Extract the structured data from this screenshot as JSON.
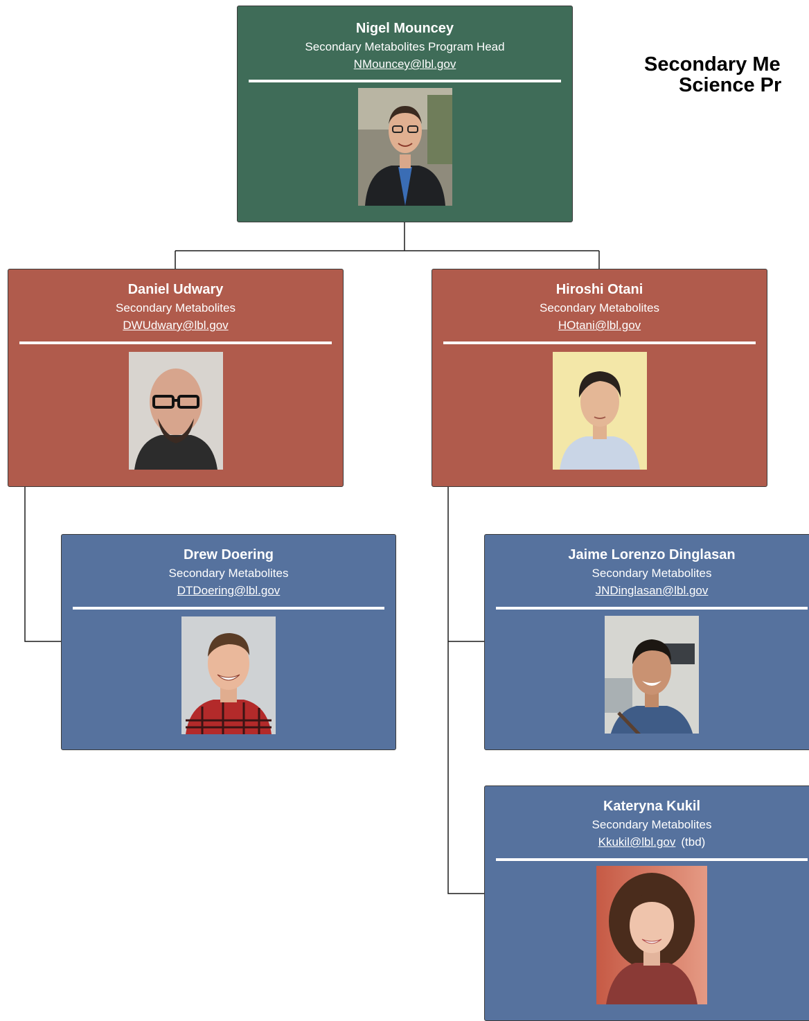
{
  "title": {
    "line1": "Secondary Me",
    "line2": "Science Pr"
  },
  "people": {
    "nigel": {
      "name": "Nigel Mouncey",
      "role": "Secondary Metabolites Program Head",
      "email": "NMouncey@lbl.gov",
      "color": "#3f6c58"
    },
    "daniel": {
      "name": "Daniel Udwary",
      "role": "Secondary Metabolites",
      "email": "DWUdwary@lbl.gov",
      "color": "#b05b4c"
    },
    "hiroshi": {
      "name": "Hiroshi Otani",
      "role": "Secondary Metabolites",
      "email": "HOtani@lbl.gov",
      "color": "#b05b4c"
    },
    "drew": {
      "name": "Drew Doering",
      "role": "Secondary Metabolites",
      "email": "DTDoering@lbl.gov",
      "color": "#56729e"
    },
    "jaime": {
      "name": "Jaime Lorenzo Dinglasan",
      "role": "Secondary Metabolites",
      "email": "JNDinglasan@lbl.gov",
      "color": "#56729e"
    },
    "kateryna": {
      "name": "Kateryna Kukil",
      "role": "Secondary Metabolites",
      "email": "Kkukil@lbl.gov",
      "note": "(tbd)",
      "color": "#56729e"
    }
  }
}
